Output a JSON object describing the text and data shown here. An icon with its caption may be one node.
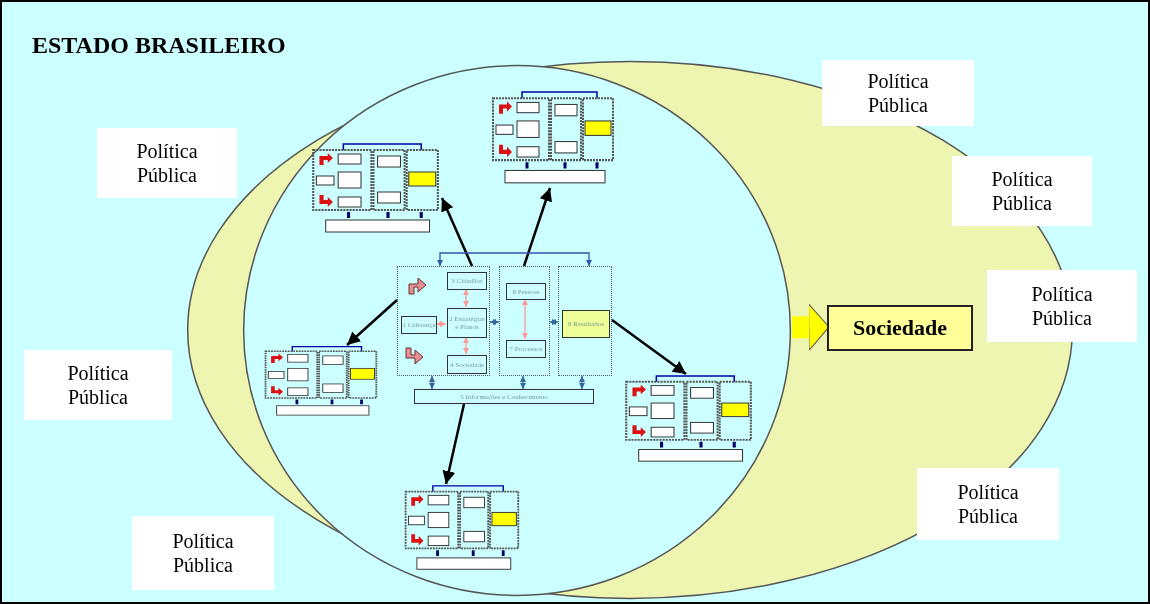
{
  "diagram": {
    "title": "ESTADO BRASILEIRO",
    "nodes": [
      {
        "text": [],
        "shape": "ellipse"
      },
      {
        "text": [],
        "shape": "ellipse",
        "in": 0
      },
      {
        "text": [],
        "shape": "box",
        "in": 1
      },
      {
        "text": [
          "3 Cidadãos"
        ],
        "in": 2
      },
      {
        "text": [
          "1 Liderança"
        ],
        "in": 2
      },
      {
        "text": [
          "2 Estratégias e Planos"
        ],
        "in": 2
      },
      {
        "text": [
          "4 Sociedade"
        ],
        "in": 2
      },
      {
        "text": [],
        "shape": "box",
        "in": 1
      },
      {
        "text": [
          "6 Pessoas"
        ],
        "in": 7
      },
      {
        "text": [
          "7 Processos"
        ],
        "in": 7
      },
      {
        "text": [],
        "shape": "box",
        "in": 1
      },
      {
        "text": [
          "8 Resultados"
        ],
        "in": 10
      },
      {
        "text": [
          "5 Informações e Conhecimento"
        ],
        "in": 1
      },
      {
        "text": [],
        "shape": "picture",
        "in": 1
      },
      {
        "text": [],
        "shape": "picture",
        "in": 1
      },
      {
        "text": [],
        "shape": "picture",
        "in": 1
      },
      {
        "text": [],
        "shape": "picture",
        "in": 1
      },
      {
        "text": [],
        "shape": "picture",
        "in": 1
      },
      {
        "text": [
          "Sociedade"
        ],
        "in": 0
      },
      {
        "text": [
          "Política Pública"
        ]
      },
      {
        "text": [
          "Política Pública"
        ]
      },
      {
        "text": [
          "Política Pública"
        ]
      },
      {
        "text": [
          "Política Pública"
        ]
      },
      {
        "text": [
          "Política Pública"
        ]
      },
      {
        "text": [
          "Política Pública"
        ]
      },
      {
        "text": [
          "Política Pública"
        ]
      }
    ],
    "edges": [
      {
        "from": 7,
        "to": 13,
        "arrow": "to"
      },
      {
        "from": 2,
        "to": 14,
        "arrow": "to"
      },
      {
        "from": 2,
        "to": 15,
        "arrow": "to"
      },
      {
        "from": 10,
        "to": 16,
        "arrow": "to"
      },
      {
        "from": 12,
        "to": 17,
        "arrow": "to"
      },
      {
        "from": 1,
        "to": 18,
        "arrow": "to",
        "style": "thick",
        "color": "#ffff00"
      },
      {
        "from": 3,
        "to": 5,
        "arrow": "both",
        "color": "#ff9999"
      },
      {
        "from": 4,
        "to": 5,
        "arrow": "both",
        "color": "#ff9999"
      },
      {
        "from": 5,
        "to": 6,
        "arrow": "both",
        "color": "#ff9999"
      },
      {
        "from": 8,
        "to": 9,
        "arrow": "both",
        "color": "#ff9999"
      },
      {
        "from": 2,
        "to": 10,
        "arrow": "both",
        "color": "#3355aa"
      },
      {
        "from": 2,
        "to": 7,
        "arrow": "both",
        "color": "#336699"
      },
      {
        "from": 7,
        "to": 10,
        "arrow": "both",
        "color": "#336699"
      },
      {
        "from": 12,
        "to": 2,
        "arrow": "both",
        "color": "#336699"
      },
      {
        "from": 12,
        "to": 7,
        "arrow": "both",
        "color": "#336699"
      },
      {
        "from": 12,
        "to": 10,
        "arrow": "both",
        "color": "#336699"
      }
    ]
  }
}
